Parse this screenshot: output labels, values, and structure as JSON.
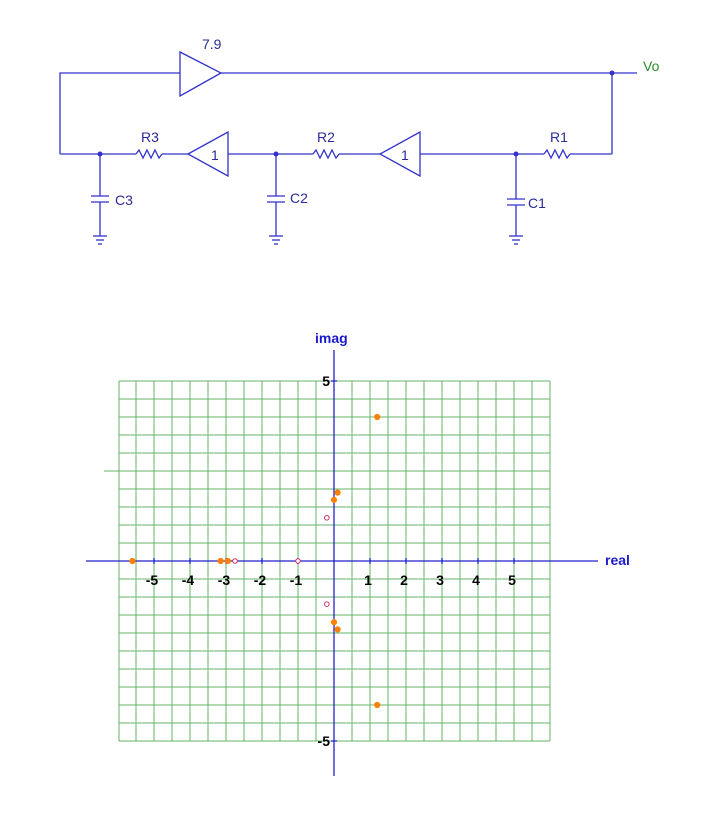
{
  "circuit": {
    "gain_label": "7.9",
    "buffer1_label": "1",
    "buffer2_label": "1",
    "output_label": "Vo",
    "resistors": [
      "R3",
      "R2",
      "R1"
    ],
    "capacitors": [
      "C3",
      "C2",
      "C1"
    ]
  },
  "colors": {
    "wire": "#3333cc",
    "output_label": "#2a8a2a",
    "grid": "#66b366",
    "axis": "#2222cc",
    "pole": "#ff8000",
    "zero": "#cc3366"
  },
  "chart_data": {
    "type": "scatter",
    "xlabel": "real",
    "ylabel": "imag",
    "grid": true,
    "x_ticks": [
      "-5",
      "-4",
      "-3",
      "-2",
      "-1",
      "1",
      "2",
      "3",
      "4",
      "5"
    ],
    "y_ticks": [
      "5",
      "-5"
    ],
    "series": [
      {
        "marker": "filled",
        "points": [
          [
            -5.6,
            0
          ],
          [
            -3.15,
            0
          ],
          [
            -2.95,
            0
          ],
          [
            1.2,
            4.0
          ],
          [
            1.2,
            -4.0
          ],
          [
            0.1,
            1.9
          ],
          [
            0.0,
            1.7
          ],
          [
            0.1,
            -1.9
          ],
          [
            0.0,
            -1.7
          ]
        ]
      },
      {
        "marker": "open",
        "points": [
          [
            -2.75,
            0
          ],
          [
            -1.0,
            0
          ],
          [
            -0.2,
            1.2
          ],
          [
            -0.2,
            -1.2
          ]
        ]
      }
    ]
  }
}
